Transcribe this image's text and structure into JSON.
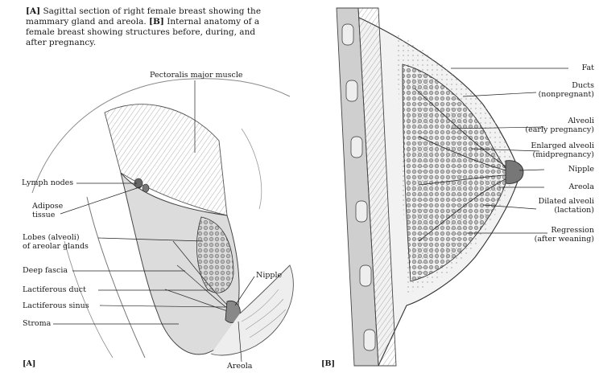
{
  "caption": {
    "tag_a": "[A]",
    "text_a": "Sagittal section of right female breast showing the mammary gland and areola.",
    "tag_b": "[B]",
    "text_b": "Internal anatomy of a female breast showing structures before, during, and after pregnancy."
  },
  "panel_a": {
    "letter": "[A]",
    "labels": {
      "pectoralis": "Pectoralis major muscle",
      "lymph": "Lymph nodes",
      "adipose_1": "Adipose",
      "adipose_2": "tissue",
      "lobes_1": "Lobes (alveoli)",
      "lobes_2": "of areolar glands",
      "fascia": "Deep fascia",
      "duct": "Lactiferous duct",
      "sinus": "Lactiferous sinus",
      "stroma": "Stroma",
      "nipple": "Nipple",
      "areola": "Areola"
    }
  },
  "panel_b": {
    "letter": "[B]",
    "labels": {
      "fat": "Fat",
      "ducts_1": "Ducts",
      "ducts_2": "(nonpregnant)",
      "alveoli_1": "Alveoli",
      "alveoli_2": "(early pregnancy)",
      "enlarged_1": "Enlarged alveoli",
      "enlarged_2": "(midpregnancy)",
      "nipple": "Nipple",
      "areola": "Areola",
      "dilated_1": "Dilated alveoli",
      "dilated_2": "(lactation)",
      "regression_1": "Regression",
      "regression_2": "(after weaning)"
    }
  }
}
